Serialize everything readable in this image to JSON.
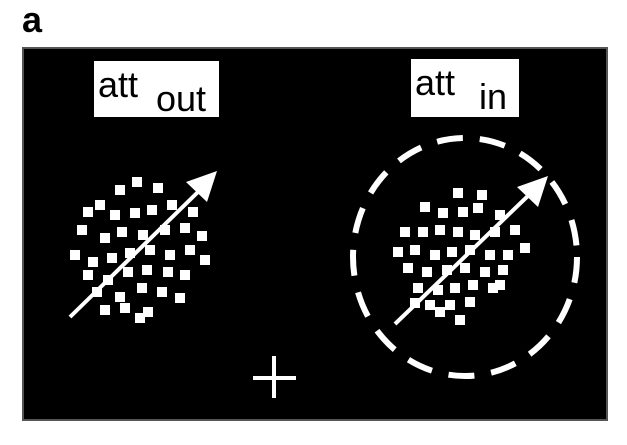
{
  "panel": {
    "letter": "a"
  },
  "labels": {
    "out": {
      "main": "att",
      "sub": "out"
    },
    "in": {
      "main": "att",
      "sub": "in"
    }
  },
  "colors": {
    "background": "#000000",
    "stimulus": "#ffffff",
    "page": "#ffffff"
  },
  "icons": {
    "fixation": "plus-fixation-cross",
    "motion_direction": "arrow-up-right",
    "attention_ring": "dashed-circle"
  }
}
